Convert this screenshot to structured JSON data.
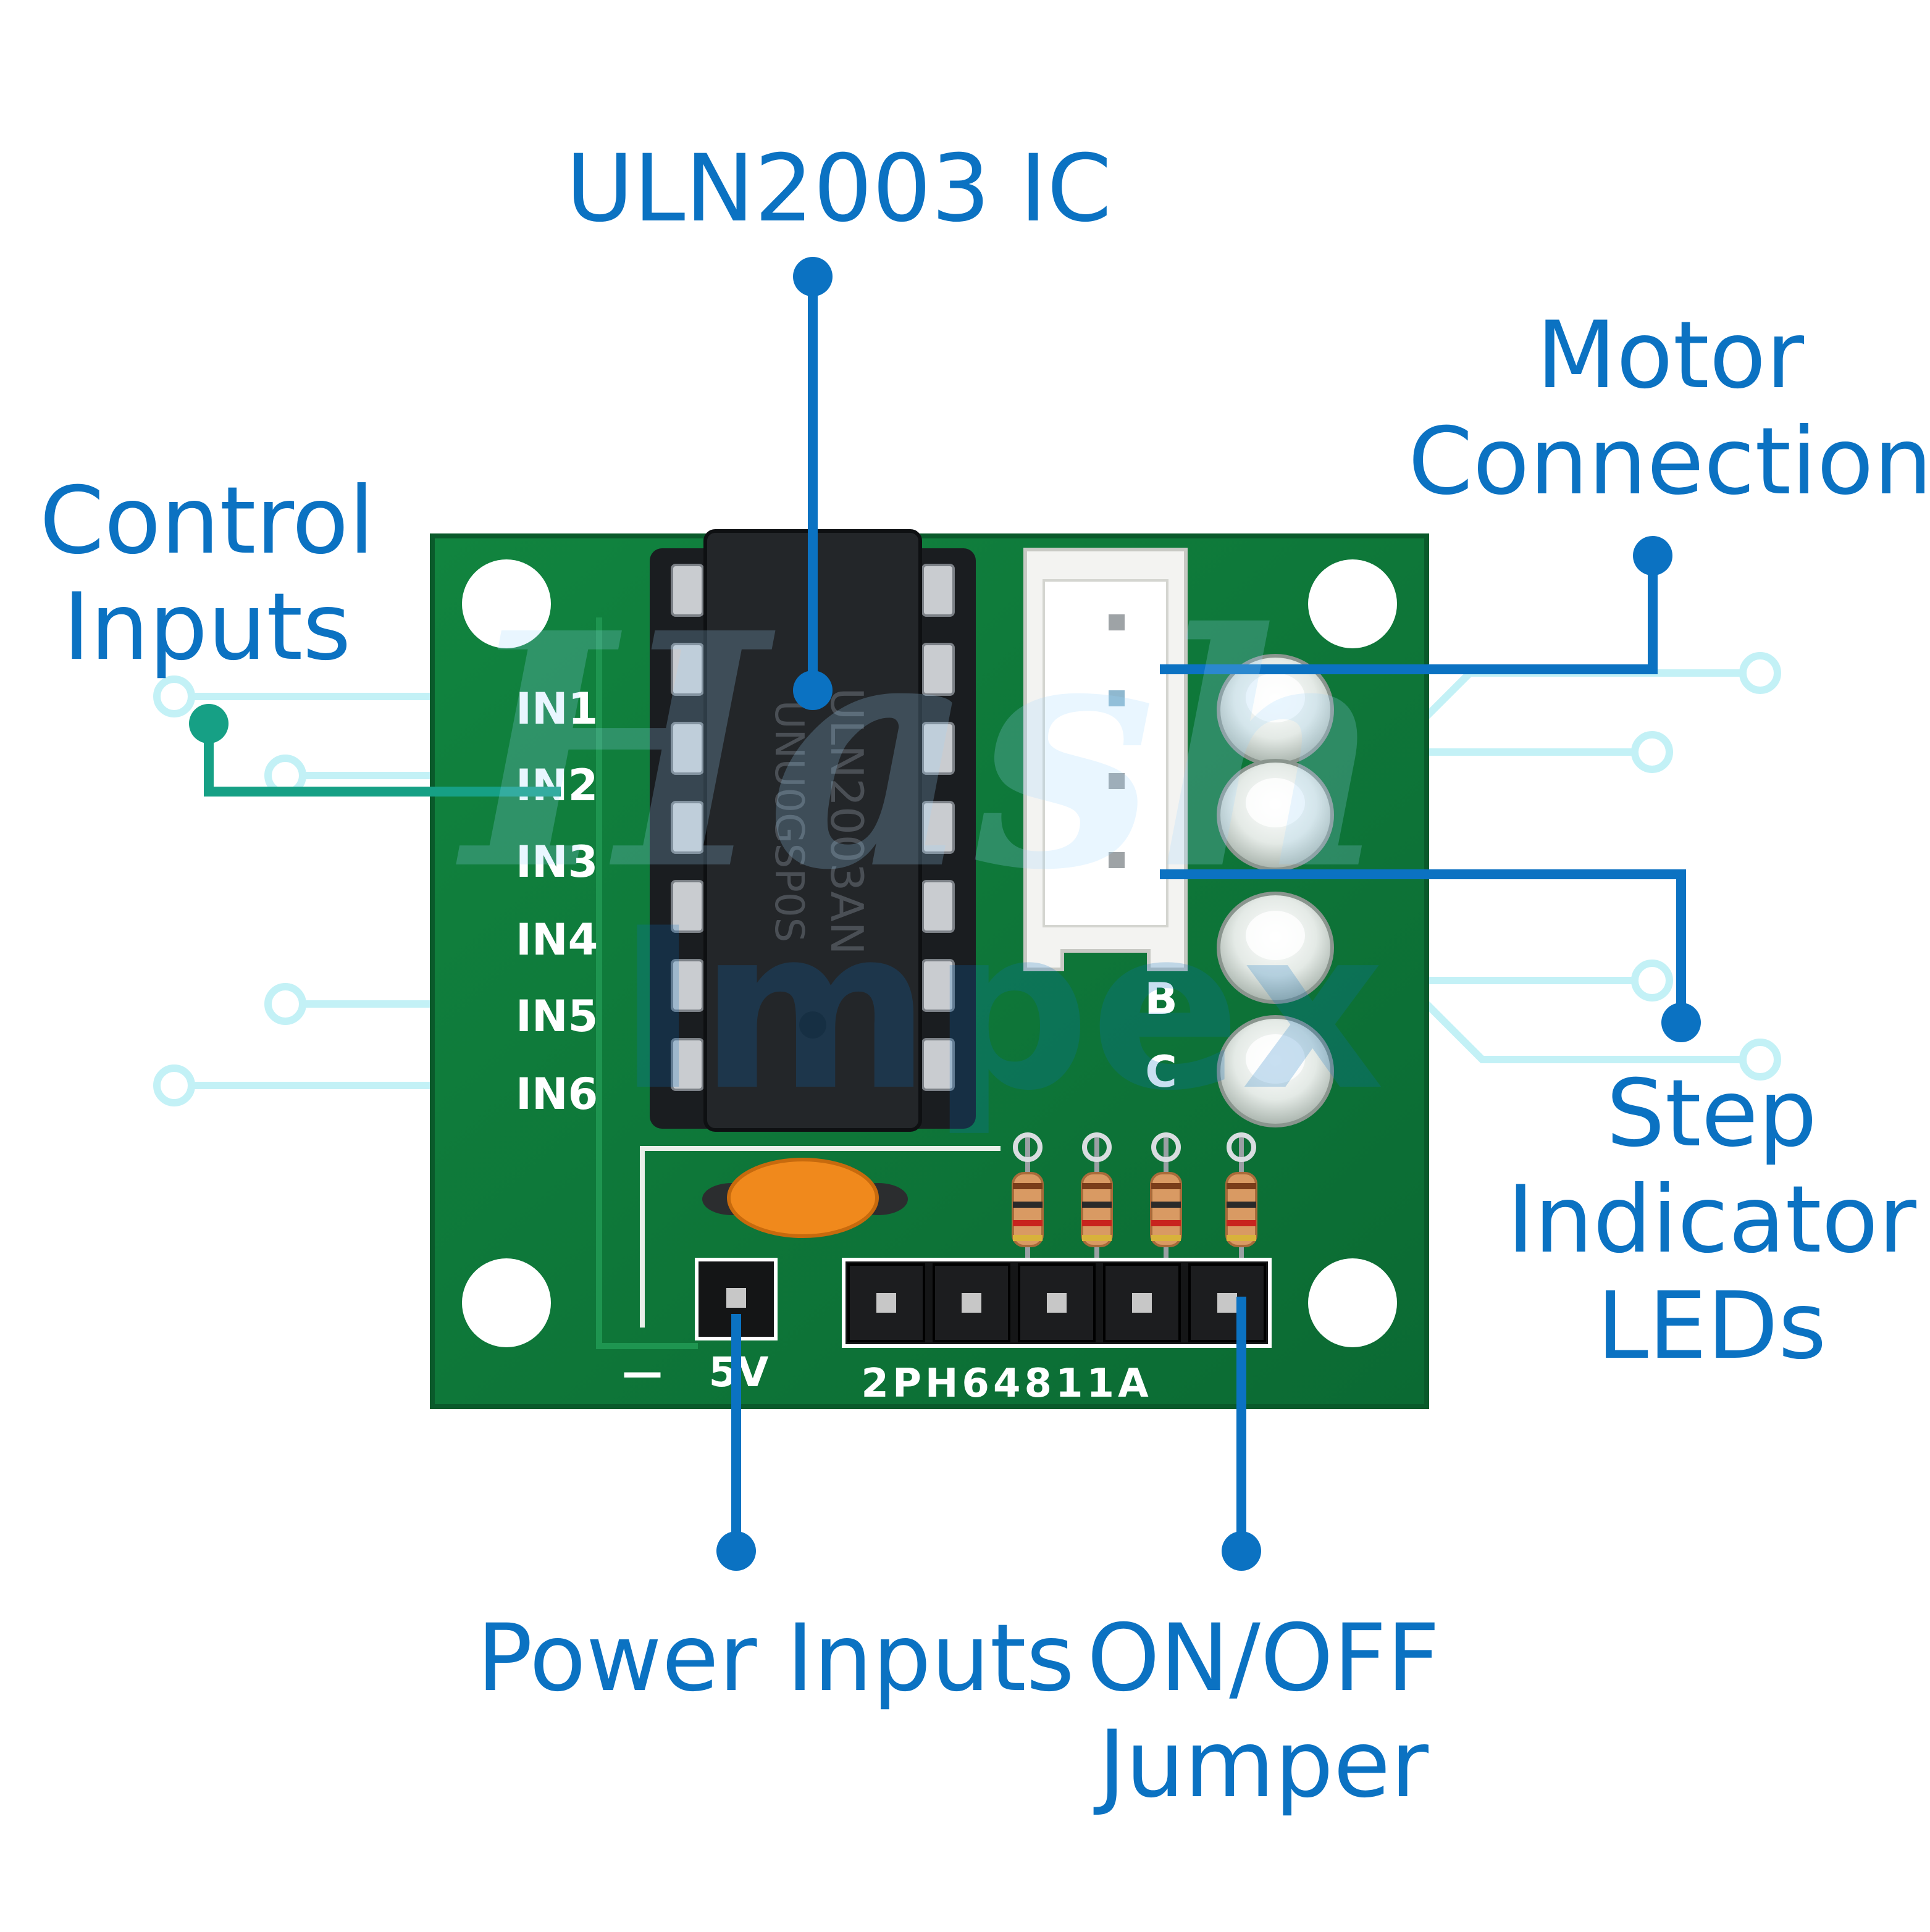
{
  "callouts": {
    "uln2003": {
      "lines": [
        "ULN2003 IC"
      ]
    },
    "motor": {
      "lines": [
        "Motor",
        "Connection"
      ]
    },
    "control": {
      "lines": [
        "Control",
        "Inputs"
      ]
    },
    "step": {
      "lines": [
        "Step",
        "Indicator",
        "LEDs"
      ]
    },
    "power": {
      "lines": [
        "Power Inputs"
      ]
    },
    "jumper": {
      "lines": [
        "ON/OFF",
        "Jumper"
      ]
    }
  },
  "board": {
    "input_pins": [
      "IN1",
      "IN2",
      "IN3",
      "IN4",
      "IN5",
      "IN6"
    ],
    "led_labels": [
      "B",
      "C"
    ],
    "ic_marking": [
      "ULN2003AN",
      "UNU0GSP0S"
    ],
    "part_number": "2PH64811A",
    "power_pin_minus": "—",
    "power_pin_plus": "5V"
  },
  "colors": {
    "callout": "#0b72c2",
    "control_callout": "#16a085",
    "pcb": "#0f7a3c",
    "circuit_trace": "#bfeff5"
  }
}
